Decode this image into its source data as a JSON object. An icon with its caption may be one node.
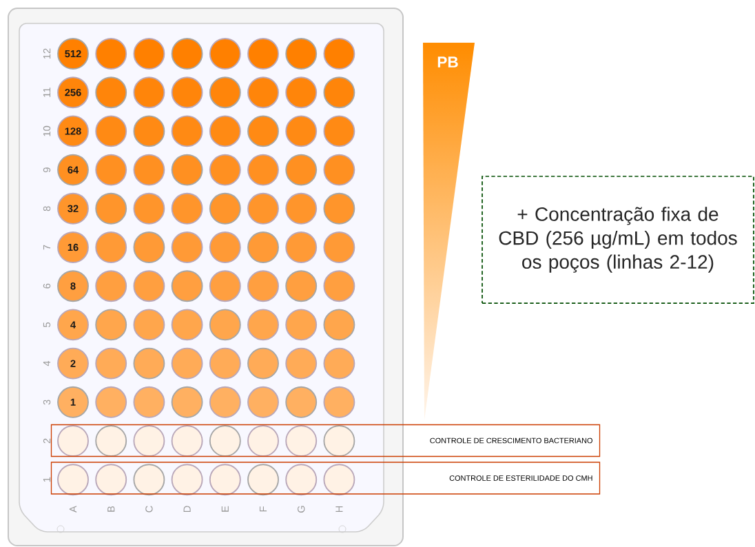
{
  "diagram": {
    "nodes": [
      {
        "text": [
          "PB"
        ]
      },
      {
        "text": [
          "+ Concentração fixa de CBD (256 µg/mL) em todos os poços (linhas 2-12)"
        ]
      },
      {
        "text": [
          "CONTROLE DE CRESCIMENTO BACTERIANO"
        ]
      },
      {
        "text": [
          "CONTROLE DE ESTERILIDADE DO CMH"
        ]
      }
    ],
    "labels": [
      "12",
      "512",
      "11",
      "256",
      "10",
      "128",
      "9",
      "64",
      "8",
      "32",
      "7",
      "16",
      "6",
      "8",
      "5",
      "4",
      "4",
      "2",
      "3",
      "1",
      "2",
      "1",
      "A",
      "B",
      "C",
      "D",
      "E",
      "F",
      "G",
      "H"
    ]
  }
}
